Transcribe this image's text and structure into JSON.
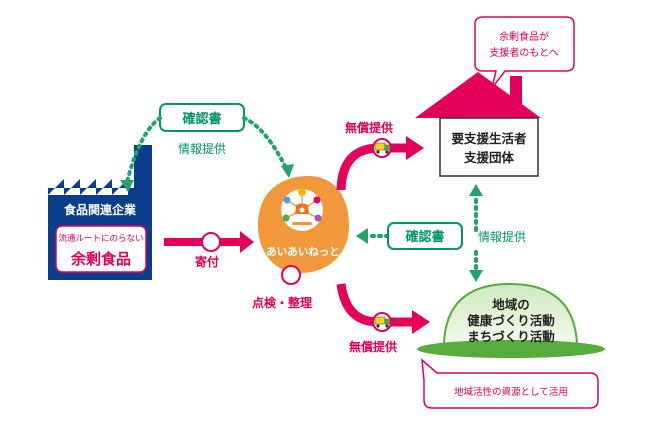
{
  "diagram": {
    "factory_title": "食品関連企業",
    "factory_sub": "流通ルートにのらない",
    "factory_main": "余剰食品",
    "donation": "寄付",
    "hub_label": "あいあいねっと",
    "inspect": "点検・整理",
    "confirm_left": "確認書",
    "info_left": "情報提供",
    "free_top": "無償提供",
    "free_bottom": "無償提供",
    "support_org_line1": "要支援生活者",
    "support_org_line2": "支援団体",
    "confirm_right": "確認書",
    "info_right": "情報提供",
    "community_line1": "地域の",
    "community_line2": "健康づくり活動",
    "community_line3": "まちづくり活動",
    "bubble_top_line1": "余剰食品が",
    "bubble_top_line2": "支援者のもとへ",
    "bubble_bottom": "地域活性の資源として活用",
    "colors": {
      "magenta": "#e4005a",
      "green": "#00956a",
      "dotted_green": "#21a36c",
      "navy": "#0a3e8c",
      "orange": "#f0983b",
      "grass": "#56ac3d"
    }
  }
}
